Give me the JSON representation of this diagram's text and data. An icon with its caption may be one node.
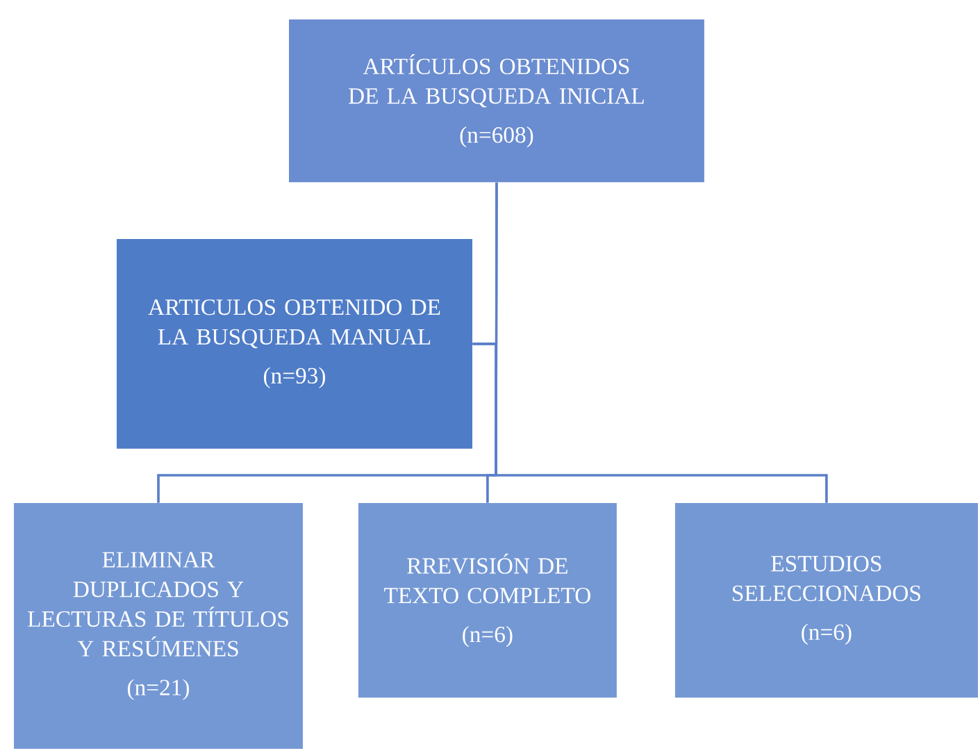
{
  "diagram": {
    "nodes": [
      {
        "text": [
          "ARTÍCULOS OBTENIDOS DE LA BUSQUEDA INICIAL",
          "(n=608)"
        ]
      },
      {
        "text": [
          "ARTICULOS OBTENIDO DE LA BUSQUEDA MANUAL",
          "(n=93)"
        ]
      },
      {
        "text": [
          "ELIMINAR DUPLICADOS Y LECTURAS DE TÍTULOS Y RESÚMENES",
          "(n=21)"
        ]
      },
      {
        "text": [
          "RREVISIÓN DE TEXTO COMPLETO",
          "(n=6)"
        ]
      },
      {
        "text": [
          "ESTUDIOS SELECCIONADOS",
          "(n=6)"
        ]
      }
    ],
    "edges": [
      {
        "from": 0,
        "to": 2,
        "arrow": "none"
      },
      {
        "from": 0,
        "to": 3,
        "arrow": "none"
      },
      {
        "from": 0,
        "to": 4,
        "arrow": "none"
      },
      {
        "from": 1,
        "to": 2,
        "arrow": "none"
      },
      {
        "from": 1,
        "to": 3,
        "arrow": "none"
      },
      {
        "from": 1,
        "to": 4,
        "arrow": "none"
      }
    ]
  }
}
